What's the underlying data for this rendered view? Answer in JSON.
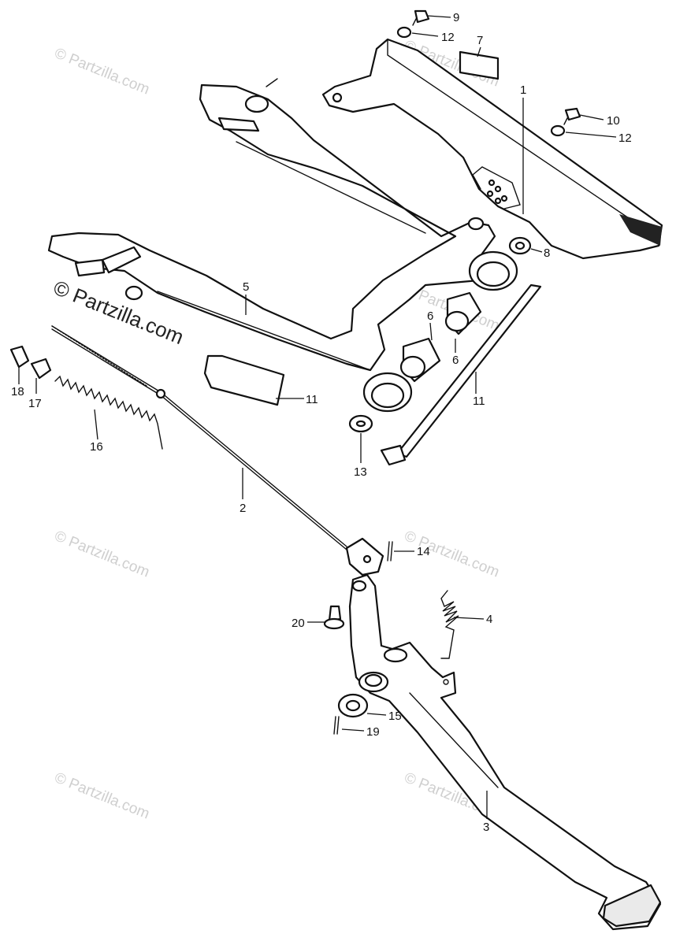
{
  "watermarks": {
    "main": "© Partzilla.com",
    "faint": "© Partzilla.com"
  },
  "callouts": [
    "1",
    "2",
    "3",
    "4",
    "5",
    "6",
    "6",
    "7",
    "8",
    "9",
    "10",
    "11",
    "11",
    "12",
    "12",
    "13",
    "14",
    "15",
    "16",
    "17",
    "18",
    "19",
    "20"
  ],
  "colors": {
    "line": "#111111",
    "watermark": "#cfcfcf",
    "background": "#ffffff"
  }
}
